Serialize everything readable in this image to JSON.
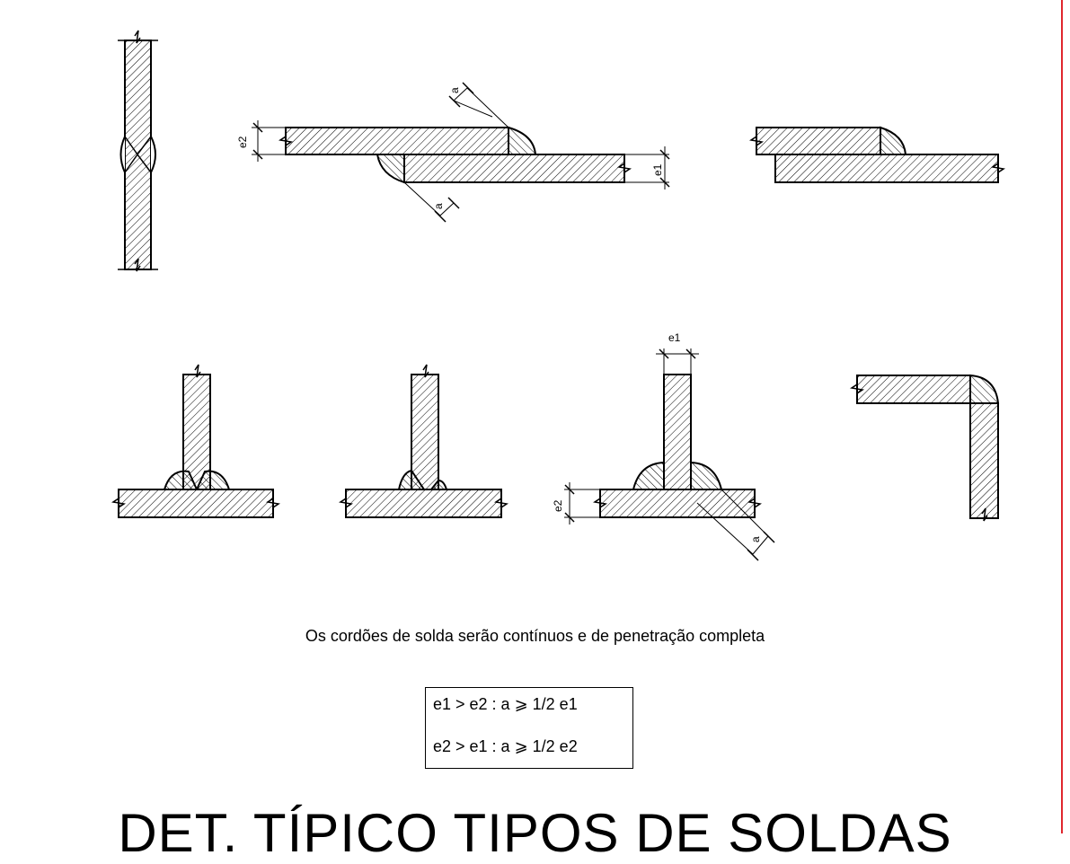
{
  "note": "Os cordões de solda serão contínuos e de penetração completa",
  "formulas": [
    "e1 > e2 : a ⩾ 1/2 e1",
    "e2 > e1 : a ⩾ 1/2 e2"
  ],
  "title": "DET. TÍPICO TIPOS DE SOLDAS",
  "dims": {
    "a": "a",
    "e1": "e1",
    "e2": "e2"
  },
  "border_color": "#e0262e"
}
